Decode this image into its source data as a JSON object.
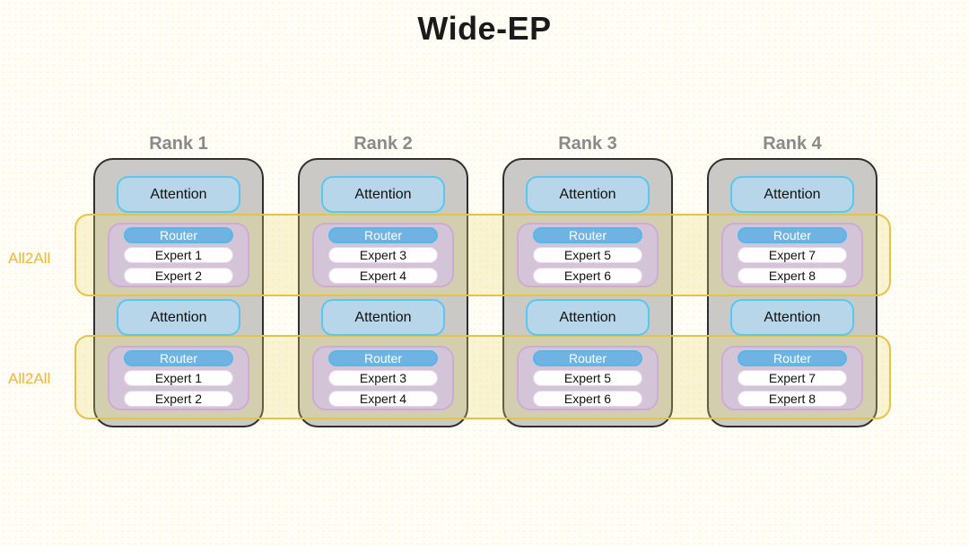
{
  "title": "Wide-EP",
  "labels": {
    "attention": "Attention",
    "router": "Router",
    "all2all": "All2All"
  },
  "ranks": [
    {
      "label": "Rank 1",
      "experts": [
        "Expert 1",
        "Expert 2"
      ]
    },
    {
      "label": "Rank 2",
      "experts": [
        "Expert 3",
        "Expert 4"
      ]
    },
    {
      "label": "Rank 3",
      "experts": [
        "Expert 5",
        "Expert 6"
      ]
    },
    {
      "label": "Rank 4",
      "experts": [
        "Expert 7",
        "Expert 8"
      ]
    }
  ],
  "colors": {
    "title_color": "#1a1a1a",
    "rank_fill": "#cac9c5",
    "rank_border": "#2e2e2e",
    "rank_label": "#8a8a8a",
    "attention_fill": "#b8d6e9",
    "attention_border": "#55c9f2",
    "group_fill": "#d3c5d7",
    "group_border": "#cfaad8",
    "router_fill": "#6fb3e3",
    "router_border": "#54b8ea",
    "expert_fill": "#fefefe",
    "band_border": "#e5c444",
    "band_fill": "rgba(238,220,115,0.28)",
    "all2all_label": "#f2b53c"
  }
}
